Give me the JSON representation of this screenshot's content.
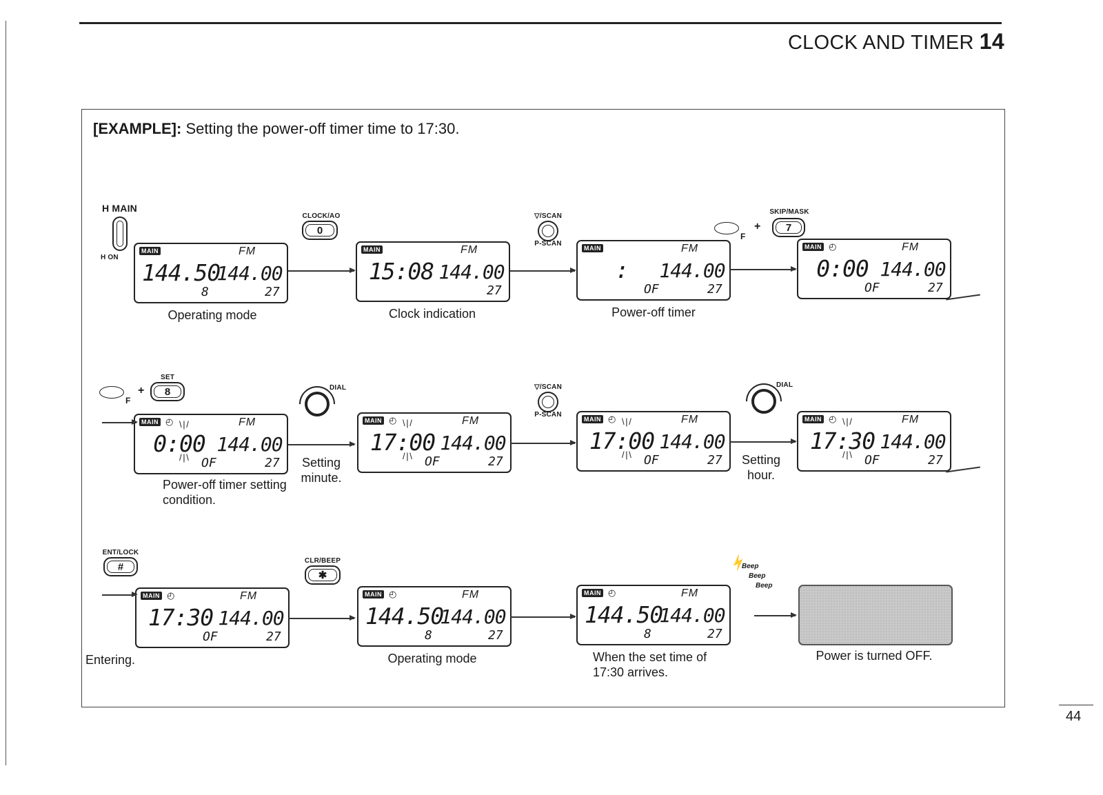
{
  "header": {
    "title": "CLOCK AND TIMER",
    "chapter": "14"
  },
  "example": {
    "label": "[EXAMPLE]:",
    "text": "Setting the power-off timer time to 17:30."
  },
  "page_number": "44",
  "keys": {
    "h_main": "H MAIN",
    "h_on": "H ON",
    "clock_ao": "CLOCK/AO",
    "clock_ao_face": "0",
    "scan": "▽/SCAN",
    "p_scan": "P-SCAN",
    "skip_mask": "SKIP/MASK",
    "skip_mask_face": "7",
    "f_sub": "F",
    "plus": "+",
    "set": "SET",
    "set_face": "8",
    "dial": "DIAL",
    "ent_lock": "ENT/LOCK",
    "ent_face": "#",
    "clr_beep": "CLR/BEEP",
    "clr_face": "✱"
  },
  "beeps": [
    "Beep",
    "Beep",
    "Beep"
  ],
  "lcd_common": {
    "badge": "MAIN",
    "mode": "FM",
    "clock_glyph": "◴"
  },
  "displays": [
    {
      "left": "144.50",
      "right": "144.00",
      "sub_left": "8",
      "sub_right": "27",
      "caption": "Operating mode"
    },
    {
      "left": "15:08",
      "right": "144.00",
      "sub_left": "",
      "sub_right": "27",
      "caption": "Clock indication"
    },
    {
      "left": ":",
      "right": "144.00",
      "sub_left": "OF",
      "sub_right": "27",
      "caption": "Power-off timer"
    },
    {
      "left": "0:00",
      "right": "144.00",
      "sub_left": "OF",
      "sub_right": "27",
      "caption": ""
    },
    {
      "left": "0:00",
      "right": "144.00",
      "sub_left": "OF",
      "sub_right": "27",
      "caption": "Power-off timer setting condition."
    },
    {
      "left": "17:00",
      "right": "144.00",
      "sub_left": "OF",
      "sub_right": "27",
      "caption": "Setting minute."
    },
    {
      "left": "17:00",
      "right": "144.00",
      "sub_left": "OF",
      "sub_right": "27",
      "caption": ""
    },
    {
      "left": "17:30",
      "right": "144.00",
      "sub_left": "OF",
      "sub_right": "27",
      "caption": "Setting hour."
    },
    {
      "left": "17:30",
      "right": "144.00",
      "sub_left": "OF",
      "sub_right": "27",
      "caption": "Entering."
    },
    {
      "left": "144.50",
      "right": "144.00",
      "sub_left": "8",
      "sub_right": "27",
      "caption": "Operating mode"
    },
    {
      "left": "144.50",
      "right": "144.00",
      "sub_left": "8",
      "sub_right": "27",
      "caption": "When the set time of 17:30 arrives."
    },
    {
      "left": "",
      "right": "",
      "sub_left": "",
      "sub_right": "",
      "caption": "Power is turned OFF."
    }
  ]
}
